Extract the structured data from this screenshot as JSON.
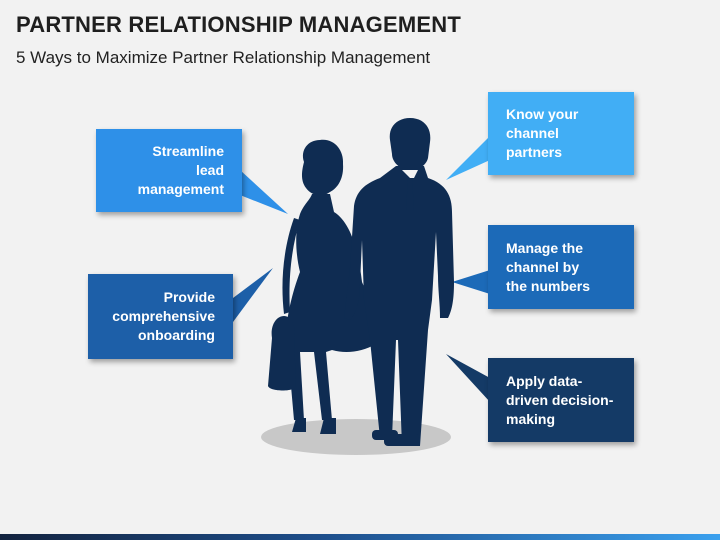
{
  "title": "PARTNER RELATIONSHIP MANAGEMENT",
  "subtitle": "5 Ways to Maximize Partner Relationship Management",
  "callouts": [
    {
      "lines": [
        "Streamline",
        "lead",
        "management"
      ],
      "color": "#2e90e8"
    },
    {
      "lines": [
        "Provide",
        "comprehensive",
        "onboarding"
      ],
      "color": "#1d5fa8"
    },
    {
      "lines": [
        "Know your",
        "channel",
        "partners"
      ],
      "color": "#41aef5"
    },
    {
      "lines": [
        "Manage the",
        "channel by",
        "the numbers"
      ],
      "color": "#1c6ab8"
    },
    {
      "lines": [
        "Apply data-",
        "driven decision-",
        "making"
      ],
      "color": "#143a66"
    }
  ],
  "silhouette_color": "#0f2c52"
}
